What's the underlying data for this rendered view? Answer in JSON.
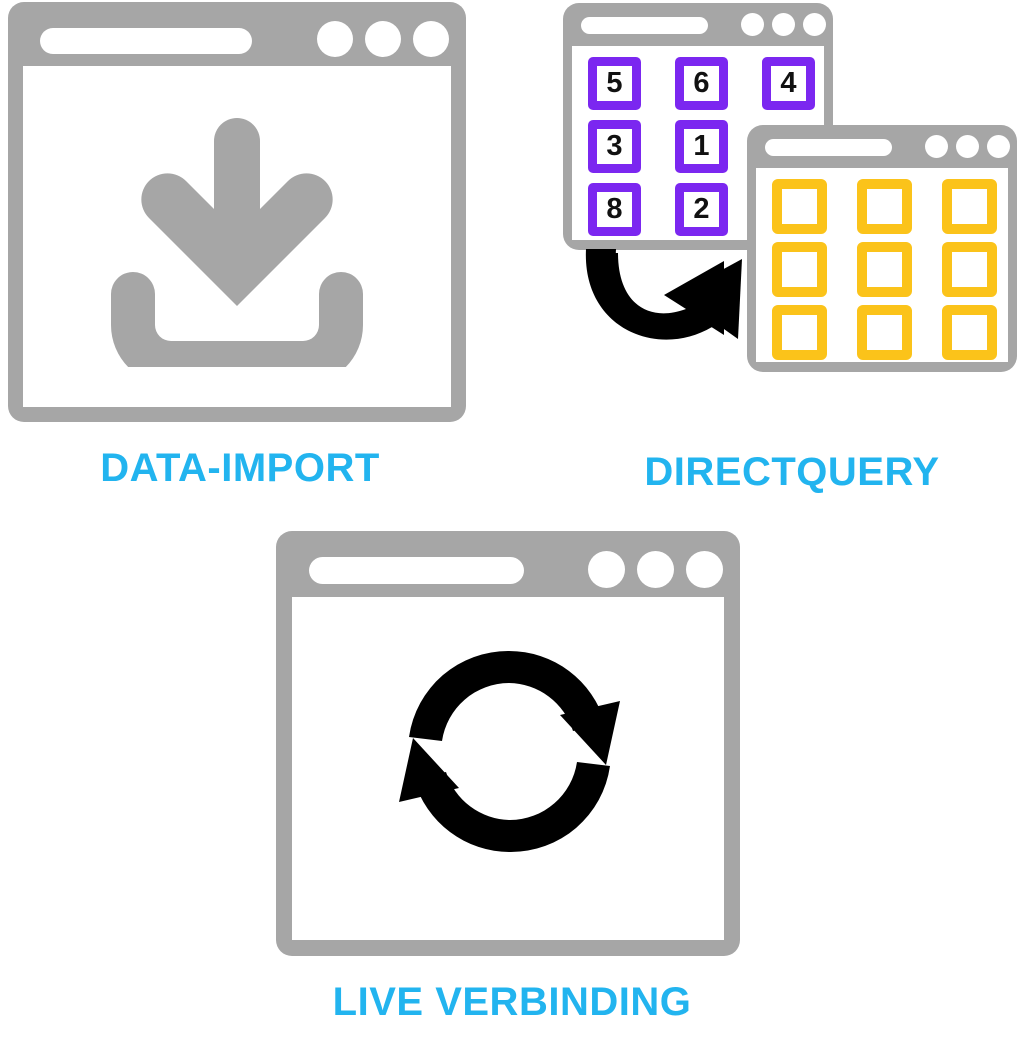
{
  "page": {
    "title": "Power BI connectivity modes",
    "background": "#ffffff",
    "accent_color": "#22b4ef",
    "chrome_color": "#a6a6a6",
    "purple_color": "#7b27f0",
    "yellow_color": "#fbc31a",
    "arrow_color": "#000000"
  },
  "panels": [
    {
      "id": "data-import",
      "caption": "DATA-IMPORT",
      "icon": "download-icon"
    },
    {
      "id": "directquery",
      "caption": "DIRECTQUERY",
      "icon": "curved-arrow-icon"
    },
    {
      "id": "live-verbinding",
      "caption": "LIVE VERBINDING",
      "icon": "refresh-cycle-icon"
    }
  ],
  "source_grid": {
    "label": "source-table-grid",
    "color": "#7b27f0",
    "rows": [
      [
        "5",
        "6",
        "4"
      ],
      [
        "3",
        "1",
        ""
      ],
      [
        "8",
        "2",
        ""
      ]
    ]
  },
  "target_grid": {
    "label": "target-table-grid",
    "color": "#fbc31a",
    "rows": [
      [
        "",
        "",
        ""
      ],
      [
        "",
        "",
        ""
      ],
      [
        "",
        "",
        ""
      ]
    ]
  }
}
